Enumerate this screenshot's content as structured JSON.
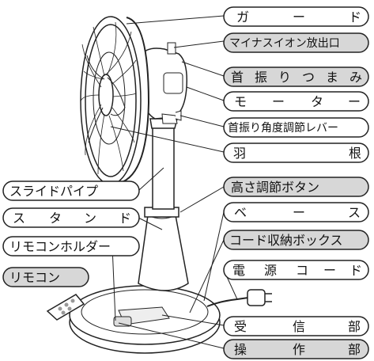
{
  "labels": {
    "guard": [
      "ガ",
      "ー",
      "ド"
    ],
    "minus_ion_outlet": "マイナスイオン放出口",
    "swing_knob": [
      "首",
      "振",
      "り",
      "つ",
      "ま",
      "み"
    ],
    "motor": [
      "モ",
      "ー",
      "タ",
      "ー"
    ],
    "swing_angle_lever": "首振り角度調節レバー",
    "blade": [
      "羽",
      "根"
    ],
    "height_button": "高さ調節ボタン",
    "base": [
      "ベ",
      "ー",
      "ス"
    ],
    "cord_storage_box": "コード収納ボックス",
    "power_cord": [
      "電",
      "源",
      "コ",
      "ー",
      "ド"
    ],
    "receiver": [
      "受",
      "信",
      "部"
    ],
    "control_panel": [
      "操",
      "作",
      "部"
    ],
    "slide_pipe": "スライドパイプ",
    "stand": [
      "ス",
      "タ",
      "ン",
      "ド"
    ],
    "remote_holder": "リモコンホルダー",
    "remote": "リモコン"
  },
  "colors": {
    "highlight": "#d7d7d7",
    "line": "#222222",
    "fill": "#ffffff"
  }
}
